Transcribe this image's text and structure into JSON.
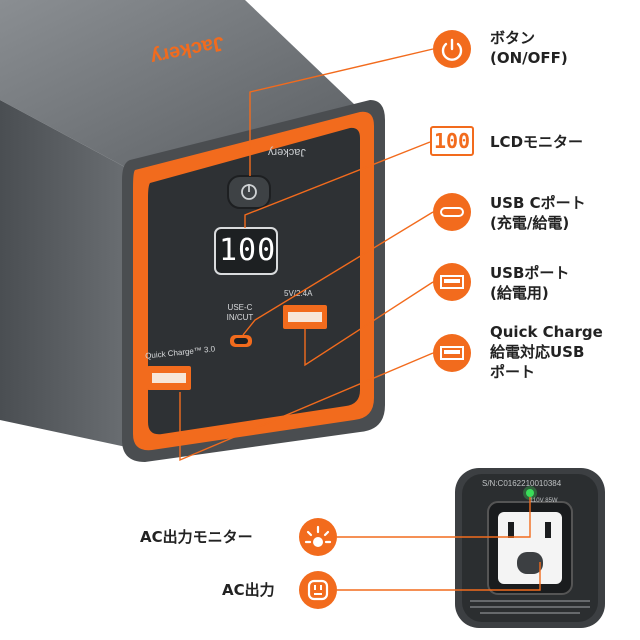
{
  "brand": "Jackery",
  "device": {
    "lcd_value": "100",
    "port_usbc_label": "USE-C\nIN/CUT",
    "port_5v_label": "5V/2.4A",
    "port_qc_label": "Quick Charge™ 3.0",
    "serial": "S/N:C0162210010384",
    "rating": "110V 85W"
  },
  "callouts": {
    "button": "ボタン\n(ON/OFF)",
    "lcd_icon_text": "100",
    "lcd": "LCDモニター",
    "usbc": "USB Cポート\n(充電/給電)",
    "usb": "USBポート\n(給電用)",
    "qc": "Quick Charge\n給電対応USB\nポート",
    "ac_monitor": "AC出力モニター",
    "ac_out": "AC出力"
  },
  "colors": {
    "accent": "#f26b1d",
    "body": "#5b5f63",
    "panel": "#2e3134"
  }
}
